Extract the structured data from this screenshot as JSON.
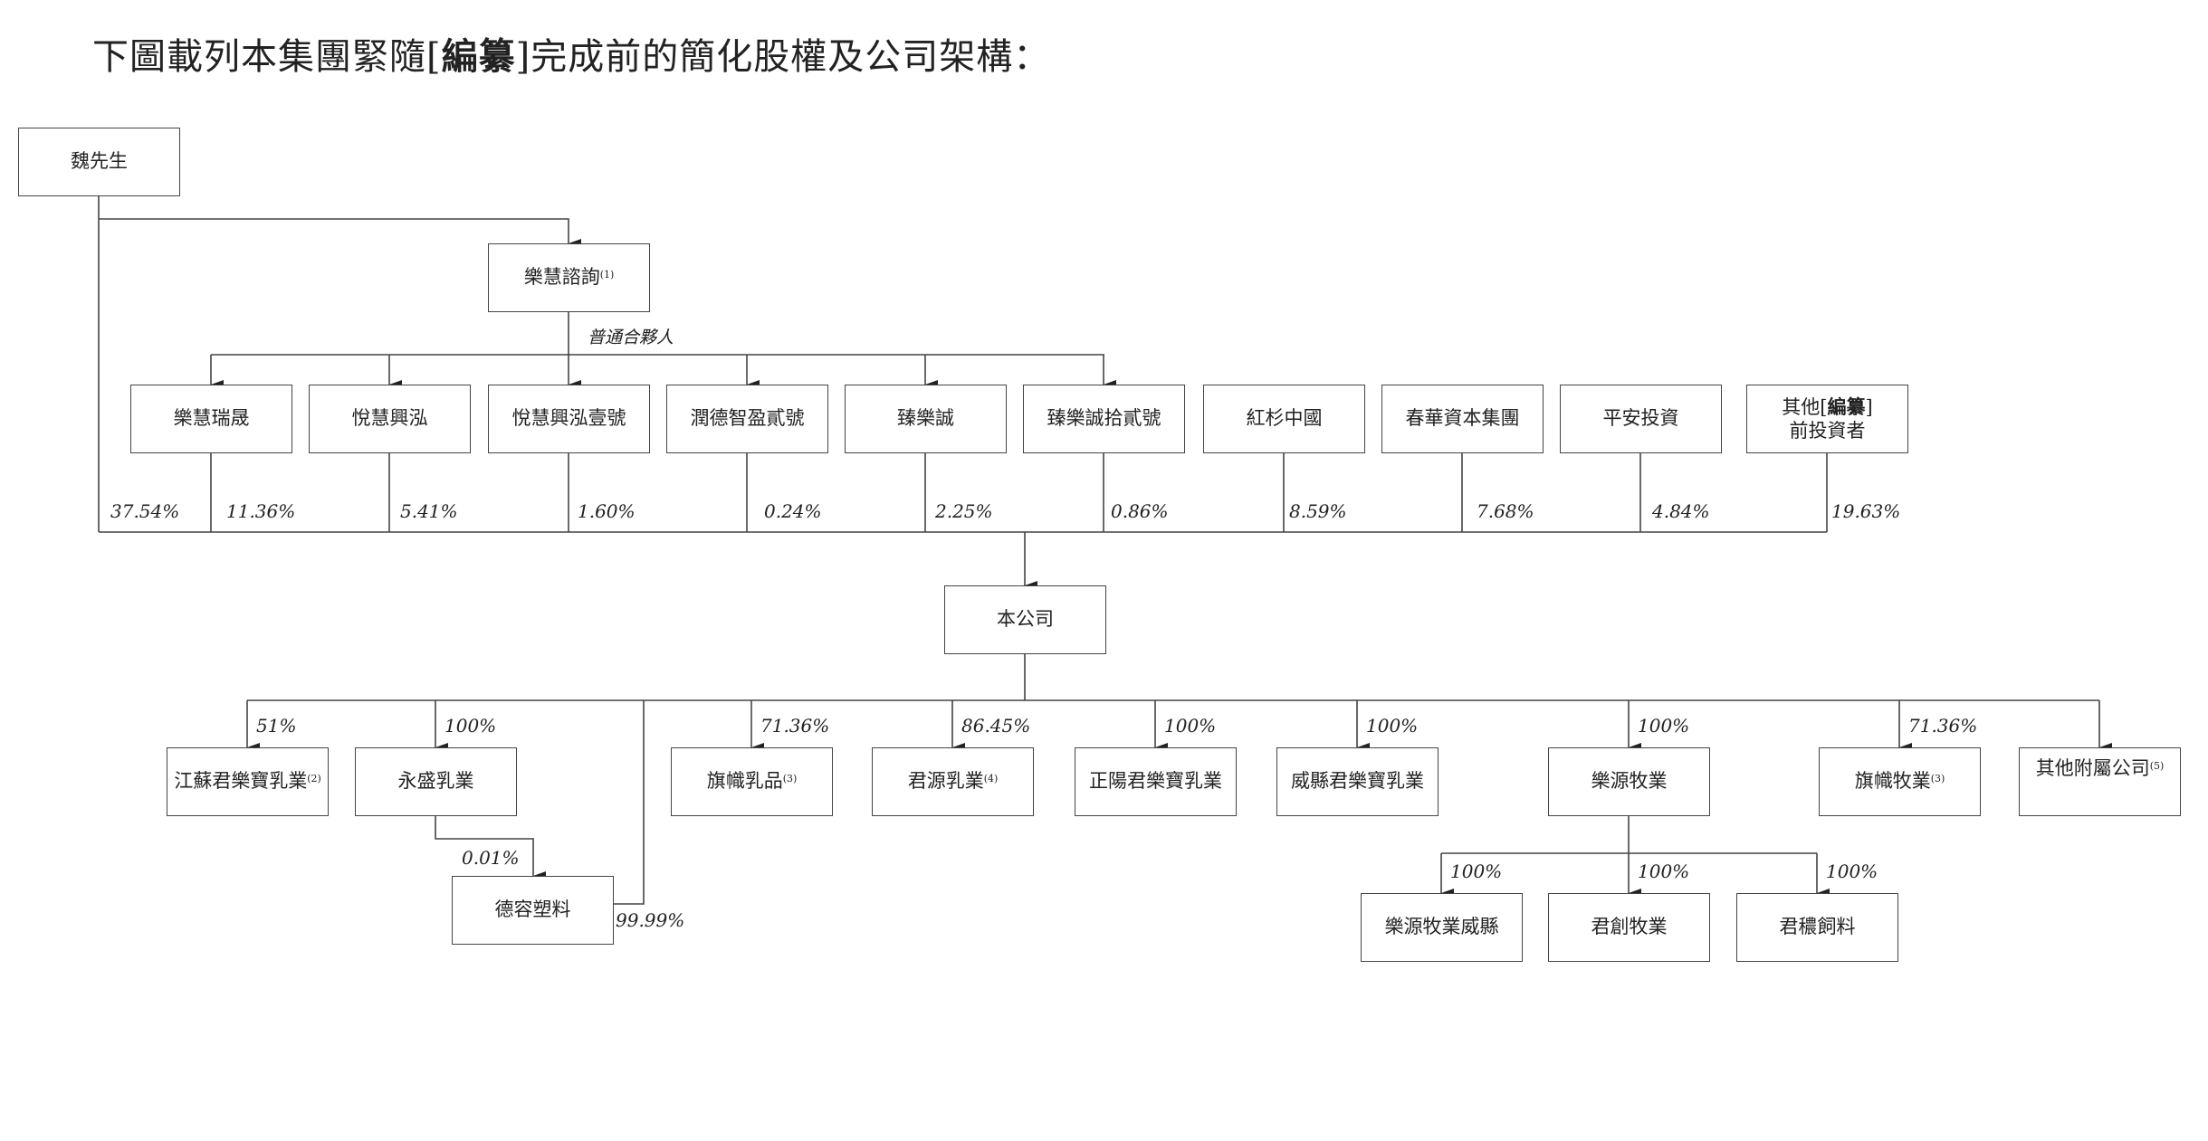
{
  "title": {
    "pre": "下圖載列本集團緊隨[",
    "bold": "編纂",
    "post": "]完成前的簡化股權及公司架構："
  },
  "shareholders": {
    "mr_wei": "魏先生",
    "consulting": {
      "name": "樂慧諮詢",
      "note": "(1)"
    },
    "gp_label": "普通合夥人",
    "entities": [
      {
        "name": "樂慧瑞晟",
        "pct": "11.36%"
      },
      {
        "name": "悅慧興泓",
        "pct": "5.41%"
      },
      {
        "name": "悅慧興泓壹號",
        "pct": "1.60%"
      },
      {
        "name": "潤德智盈貳號",
        "pct": "0.24%"
      },
      {
        "name": "臻樂誠",
        "pct": "2.25%"
      },
      {
        "name": "臻樂誠拾貳號",
        "pct": "0.86%"
      },
      {
        "name": "紅杉中國",
        "pct": "8.59%"
      },
      {
        "name": "春華資本集團",
        "pct": "7.68%"
      },
      {
        "name": "平安投資",
        "pct": "4.84%"
      },
      {
        "name_pre": "其他[",
        "name_bold": "編纂",
        "name_post": "]",
        "name_line2": "前投資者",
        "pct": "19.63%"
      }
    ],
    "mr_wei_pct": "37.54%"
  },
  "company": "本公司",
  "subsidiaries": [
    {
      "name": "江蘇君樂寶乳業",
      "note": "(2)",
      "pct": "51%"
    },
    {
      "name": "永盛乳業",
      "note": "",
      "pct": "100%"
    },
    {
      "name": "旗幟乳品",
      "note": "(3)",
      "pct": "71.36%"
    },
    {
      "name": "君源乳業",
      "note": "(4)",
      "pct": "86.45%"
    },
    {
      "name": "正陽君樂寶乳業",
      "note": "",
      "pct": "100%"
    },
    {
      "name": "威縣君樂寶乳業",
      "note": "",
      "pct": "100%"
    },
    {
      "name": "樂源牧業",
      "note": "",
      "pct": "100%"
    },
    {
      "name": "旗幟牧業",
      "note": "(3)",
      "pct": "71.36%"
    },
    {
      "name": "其他附屬公司",
      "note": "(5)",
      "pct": ""
    }
  ],
  "derong": {
    "name": "德容塑料",
    "pct_from_yongsheng": "0.01%",
    "pct_from_company": "99.99%"
  },
  "leyuan_subs": [
    {
      "name": "樂源牧業威縣",
      "pct": "100%"
    },
    {
      "name": "君創牧業",
      "pct": "100%"
    },
    {
      "name": "君穠飼料",
      "pct": "100%"
    }
  ]
}
